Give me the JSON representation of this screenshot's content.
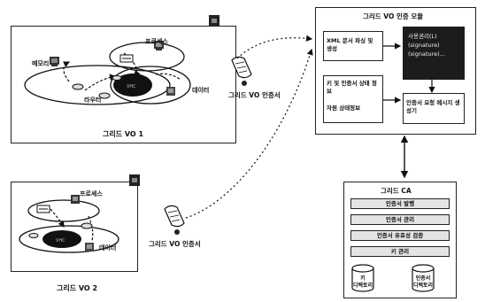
{
  "vo1": {
    "caption": "그리드 VO 1",
    "labels": {
      "process": "프로세스",
      "memory": "메모리",
      "router": "라우터",
      "data": "데이터"
    }
  },
  "vo2": {
    "caption": "그리드 VO 2",
    "labels": {
      "process": "프로세스",
      "data": "데이터"
    }
  },
  "certificate_label_1": "그리드 VO 인증서",
  "certificate_label_2": "그리드 VO 인증서",
  "auth_module": {
    "title": "그리드 VO 인증 모듈",
    "xml_box": "XML 문서 파싱 및 생성",
    "state_box_1": "키 및 인증서 상태 정보",
    "state_box_2": "자원 상태정보",
    "dark_box": [
      "사용권리(L)",
      "(signature)",
      "(signature)..."
    ],
    "request_box": "인증서 요청 메시지 생성기"
  },
  "grid_ca": {
    "title": "그리드 CA",
    "rows": [
      "인증서 발행",
      "인증서 관리",
      "인증서 유효성 검증",
      "키 관리"
    ],
    "cylinders": [
      {
        "line1": "키",
        "line2": "디렉토리"
      },
      {
        "line1": "인증서",
        "line2": "디렉토리"
      }
    ]
  },
  "icons": [
    "computer-icon",
    "router-icon",
    "server-icon",
    "certificate-scroll-icon",
    "corner-badge-icon"
  ]
}
